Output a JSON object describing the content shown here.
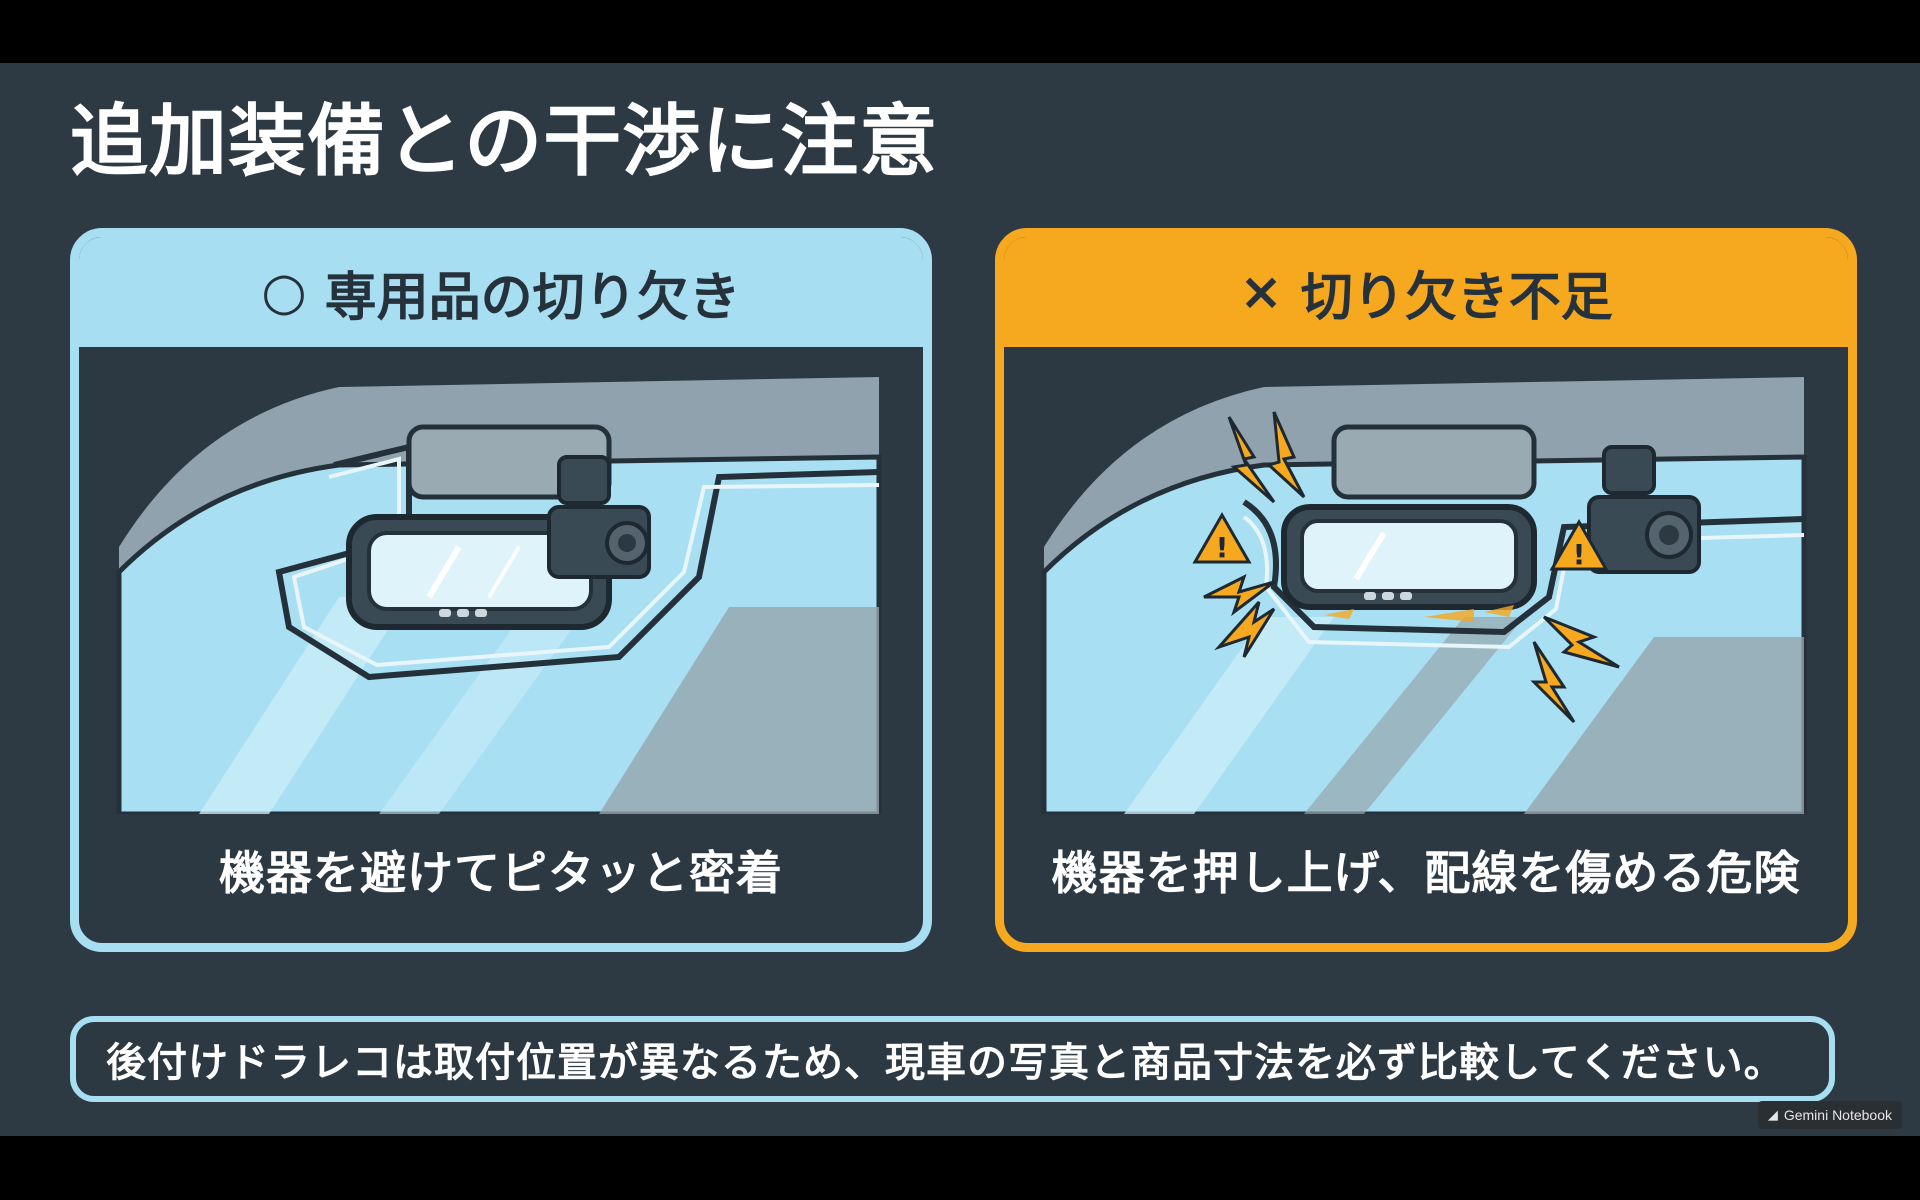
{
  "slide": {
    "title": "追加装備との干渉に注意"
  },
  "panels": {
    "good": {
      "mark": "○",
      "header": "専用品の切り欠き",
      "caption": "機器を避けてピタッと密着",
      "color": "#a7def2"
    },
    "bad": {
      "mark": "×",
      "header": "切り欠き不足",
      "caption": "機器を押し上げ、配線を傷める危険",
      "color": "#f6a81f"
    }
  },
  "footer": {
    "note": "後付けドラレコは取付位置が異なるため、現車の写真と商品寸法を必ず比較してください。"
  },
  "watermark": {
    "icon": "gemini-notebook-icon",
    "label": "Gemini Notebook"
  },
  "colors": {
    "background": "#2d3a44",
    "accent_good": "#a7def2",
    "accent_bad": "#f6a81f",
    "glass": "#a9dff2"
  }
}
